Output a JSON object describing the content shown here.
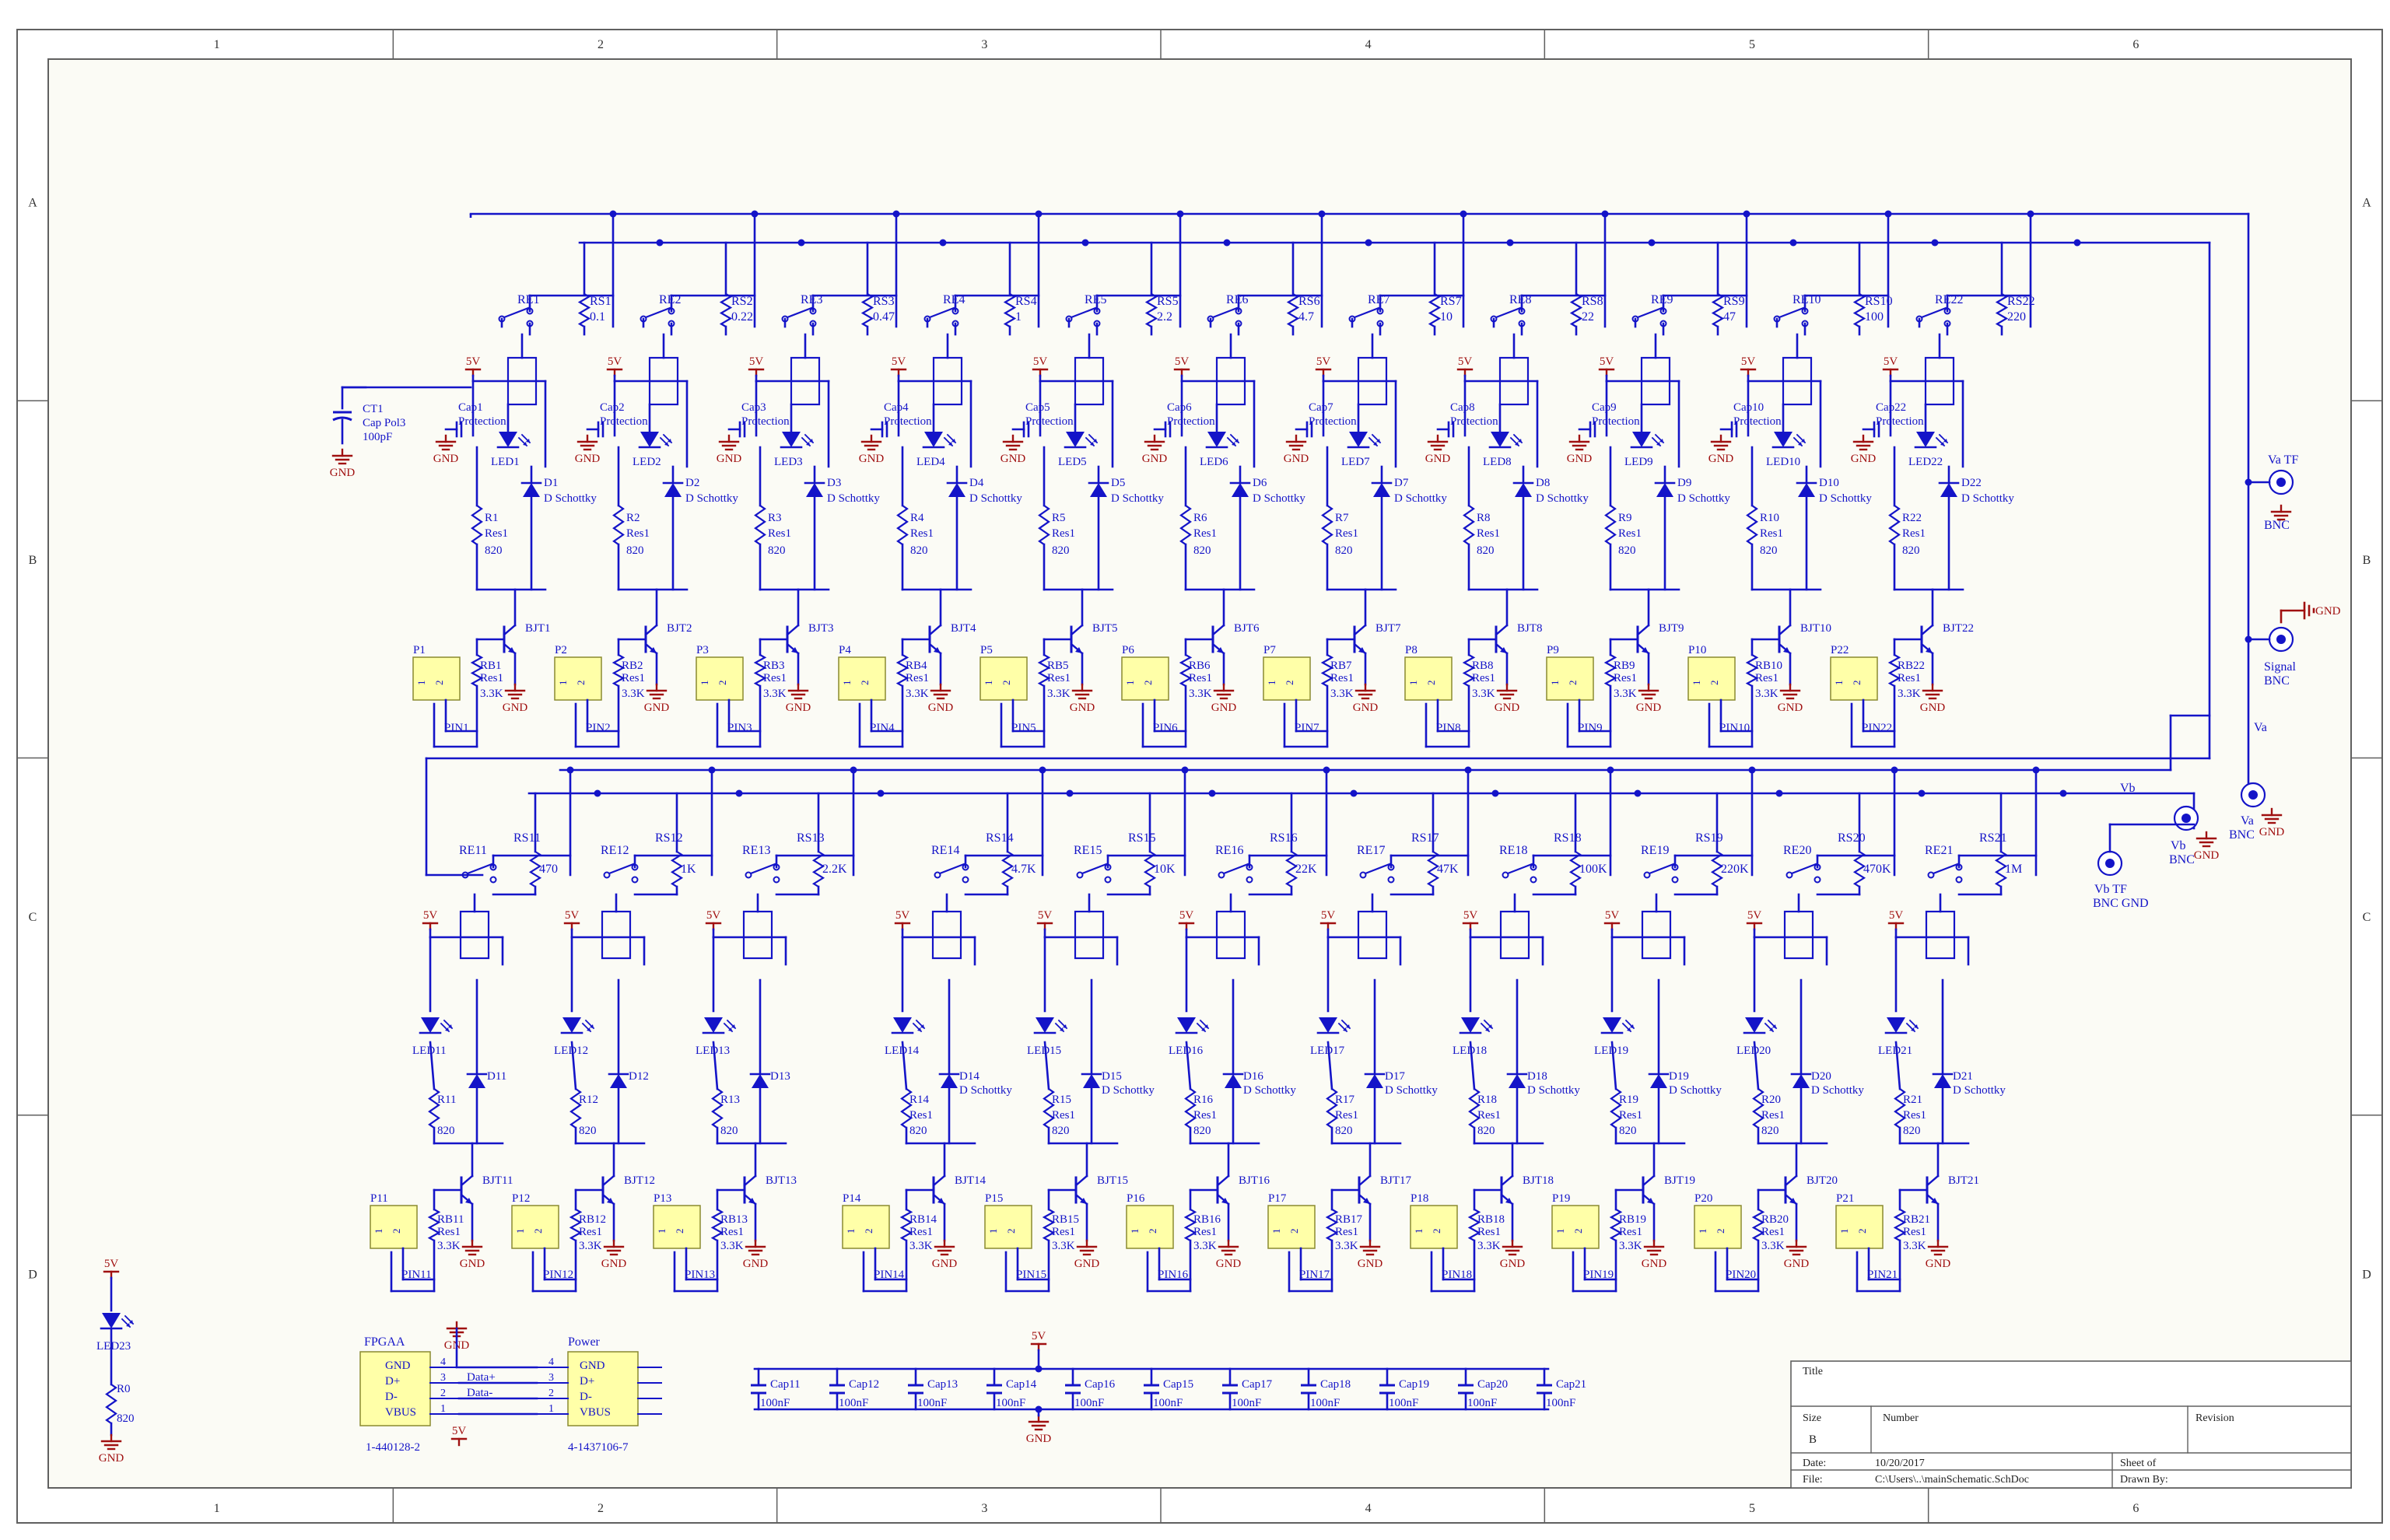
{
  "frame": {
    "columns": [
      "1",
      "2",
      "3",
      "4",
      "5",
      "6"
    ],
    "rows": [
      "A",
      "B",
      "C",
      "D"
    ]
  },
  "colors": {
    "wire": "#1414c8",
    "component": "#1414c8",
    "power": "#a01010",
    "part_fill": "#ffffa8",
    "paper": "#fbfbf5",
    "frame": "#606060"
  },
  "power": {
    "vcc": "5V",
    "gnd": "GND"
  },
  "top_channels": [
    {
      "re": "RE1",
      "rs": "RS1",
      "val": "0.1",
      "cap": "Cap1",
      "led": "LED1",
      "d": "D1",
      "r": "R1",
      "bjt": "BJT1",
      "p": "P1",
      "rb": "RB1",
      "pin": "PIN1"
    },
    {
      "re": "RE2",
      "rs": "RS2",
      "val": "0.22",
      "cap": "Cap2",
      "led": "LED2",
      "d": "D2",
      "r": "R2",
      "bjt": "BJT2",
      "p": "P2",
      "rb": "RB2",
      "pin": "PIN2"
    },
    {
      "re": "RE3",
      "rs": "RS3",
      "val": "0.47",
      "cap": "Cap3",
      "led": "LED3",
      "d": "D3",
      "r": "R3",
      "bjt": "BJT3",
      "p": "P3",
      "rb": "RB3",
      "pin": "PIN3"
    },
    {
      "re": "RE4",
      "rs": "RS4",
      "val": "1",
      "cap": "Cap4",
      "led": "LED4",
      "d": "D4",
      "r": "R4",
      "bjt": "BJT4",
      "p": "P4",
      "rb": "RB4",
      "pin": "PIN4"
    },
    {
      "re": "RE5",
      "rs": "RS5",
      "val": "2.2",
      "cap": "Cap5",
      "led": "LED5",
      "d": "D5",
      "r": "R5",
      "bjt": "BJT5",
      "p": "P5",
      "rb": "RB5",
      "pin": "PIN5"
    },
    {
      "re": "RE6",
      "rs": "RS6",
      "val": "4.7",
      "cap": "Cap6",
      "led": "LED6",
      "d": "D6",
      "r": "R6",
      "bjt": "BJT6",
      "p": "P6",
      "rb": "RB6",
      "pin": "PIN6"
    },
    {
      "re": "RE7",
      "rs": "RS7",
      "val": "10",
      "cap": "Cap7",
      "led": "LED7",
      "d": "D7",
      "r": "R7",
      "bjt": "BJT7",
      "p": "P7",
      "rb": "RB7",
      "pin": "PIN7"
    },
    {
      "re": "RE8",
      "rs": "RS8",
      "val": "22",
      "cap": "Cap8",
      "led": "LED8",
      "d": "D8",
      "r": "R8",
      "bjt": "BJT8",
      "p": "P8",
      "rb": "RB8",
      "pin": "PIN8"
    },
    {
      "re": "RE9",
      "rs": "RS9",
      "val": "47",
      "cap": "Cap9",
      "led": "LED9",
      "d": "D9",
      "r": "R9",
      "bjt": "BJT9",
      "p": "P9",
      "rb": "RB9",
      "pin": "PIN9"
    },
    {
      "re": "RE10",
      "rs": "RS10",
      "val": "100",
      "cap": "Cap10",
      "led": "LED10",
      "d": "D10",
      "r": "R10",
      "bjt": "BJT10",
      "p": "P10",
      "rb": "RB10",
      "pin": "PIN10"
    },
    {
      "re": "RE22",
      "rs": "RS22",
      "val": "220",
      "cap": "Cap22",
      "led": "LED22",
      "d": "D22",
      "r": "R22",
      "bjt": "BJT22",
      "p": "P22",
      "rb": "RB22",
      "pin": "PIN22"
    }
  ],
  "bottom_channels": [
    {
      "re": "RE11",
      "rs": "RS11",
      "val": "470",
      "led": "LED11",
      "d": "D11",
      "r": "R11",
      "bjt": "BJT11",
      "p": "P11",
      "rb": "RB11",
      "pin": "PIN11"
    },
    {
      "re": "RE12",
      "rs": "RS12",
      "val": "1K",
      "led": "LED12",
      "d": "D12",
      "r": "R12",
      "bjt": "BJT12",
      "p": "P12",
      "rb": "RB12",
      "pin": "PIN12"
    },
    {
      "re": "RE13",
      "rs": "RS13",
      "val": "2.2K",
      "led": "LED13",
      "d": "D13",
      "r": "R13",
      "bjt": "BJT13",
      "p": "P13",
      "rb": "RB13",
      "pin": "PIN13"
    },
    {
      "re": "RE14",
      "rs": "RS14",
      "val": "4.7K",
      "led": "LED14",
      "d": "D14",
      "r": "R14",
      "bjt": "BJT14",
      "p": "P14",
      "rb": "RB14",
      "pin": "PIN14"
    },
    {
      "re": "RE15",
      "rs": "RS15",
      "val": "10K",
      "led": "LED15",
      "d": "D15",
      "r": "R15",
      "bjt": "BJT15",
      "p": "P15",
      "rb": "RB15",
      "pin": "PIN15"
    },
    {
      "re": "RE16",
      "rs": "RS16",
      "val": "22K",
      "led": "LED16",
      "d": "D16",
      "r": "R16",
      "bjt": "BJT16",
      "p": "P16",
      "rb": "RB16",
      "pin": "PIN16"
    },
    {
      "re": "RE17",
      "rs": "RS17",
      "val": "47K",
      "led": "LED17",
      "d": "D17",
      "r": "R17",
      "bjt": "BJT17",
      "p": "P17",
      "rb": "RB17",
      "pin": "PIN17"
    },
    {
      "re": "RE18",
      "rs": "RS18",
      "val": "100K",
      "led": "LED18",
      "d": "D18",
      "r": "R18",
      "bjt": "BJT18",
      "p": "P18",
      "rb": "RB18",
      "pin": "PIN18"
    },
    {
      "re": "RE19",
      "rs": "RS19",
      "val": "220K",
      "led": "LED19",
      "d": "D19",
      "r": "R19",
      "bjt": "BJT19",
      "p": "P19",
      "rb": "RB19",
      "pin": "PIN19"
    },
    {
      "re": "RE20",
      "rs": "RS20",
      "val": "470K",
      "led": "LED20",
      "d": "D20",
      "r": "R20",
      "bjt": "BJT20",
      "p": "P20",
      "rb": "RB20",
      "pin": "PIN20"
    },
    {
      "re": "RE21",
      "rs": "RS21",
      "val": "1M",
      "led": "LED21",
      "d": "D21",
      "r": "R21",
      "bjt": "BJT21",
      "p": "P21",
      "rb": "RB21",
      "pin": "PIN21"
    }
  ],
  "common": {
    "protection": "Protection",
    "schottky": "D Schottky",
    "res": "Res1",
    "r_val": "820",
    "rb_val": "3.3K",
    "pin1": "1",
    "pin2": "2"
  },
  "ct1": {
    "ref": "CT1",
    "type": "Cap Pol3",
    "val": "100pF"
  },
  "bnc": {
    "va_tf": "Va TF",
    "bnc": "BNC",
    "signal": "Signal",
    "va": "Va",
    "vb": "Vb",
    "vb_tf": "Vb TF",
    "bnc_gnd": "BNC GND",
    "va_net": "Va",
    "vb_net": "Vb"
  },
  "status_led": {
    "ref": "LED23",
    "r": "R0",
    "r_val": "820"
  },
  "usb": {
    "fpgaa": "FPGAA",
    "power": "Power",
    "pins": [
      "GND",
      "D+",
      "D-",
      "VBUS"
    ],
    "nums": [
      "4",
      "3",
      "2",
      "1"
    ],
    "net_dp": "Data+",
    "net_dm": "Data-",
    "part_left": "1-440128-2",
    "part_right": "4-1437106-7"
  },
  "decoupling": [
    {
      "ref": "Cap11",
      "val": "100nF"
    },
    {
      "ref": "Cap12",
      "val": "100nF"
    },
    {
      "ref": "Cap13",
      "val": "100nF"
    },
    {
      "ref": "Cap14",
      "val": "100nF"
    },
    {
      "ref": "Cap16",
      "val": "100nF"
    },
    {
      "ref": "Cap15",
      "val": "100nF"
    },
    {
      "ref": "Cap17",
      "val": "100nF"
    },
    {
      "ref": "Cap18",
      "val": "100nF"
    },
    {
      "ref": "Cap19",
      "val": "100nF"
    },
    {
      "ref": "Cap20",
      "val": "100nF"
    },
    {
      "ref": "Cap21",
      "val": "100nF"
    }
  ],
  "title_block": {
    "title_label": "Title",
    "size_label": "Size",
    "size": "B",
    "number_label": "Number",
    "revision_label": "Revision",
    "date_label": "Date:",
    "date": "10/20/2017",
    "sheet_label": "Sheet   of",
    "file_label": "File:",
    "file": "C:\\Users\\..\\mainSchematic.SchDoc",
    "drawn_label": "Drawn By:"
  }
}
